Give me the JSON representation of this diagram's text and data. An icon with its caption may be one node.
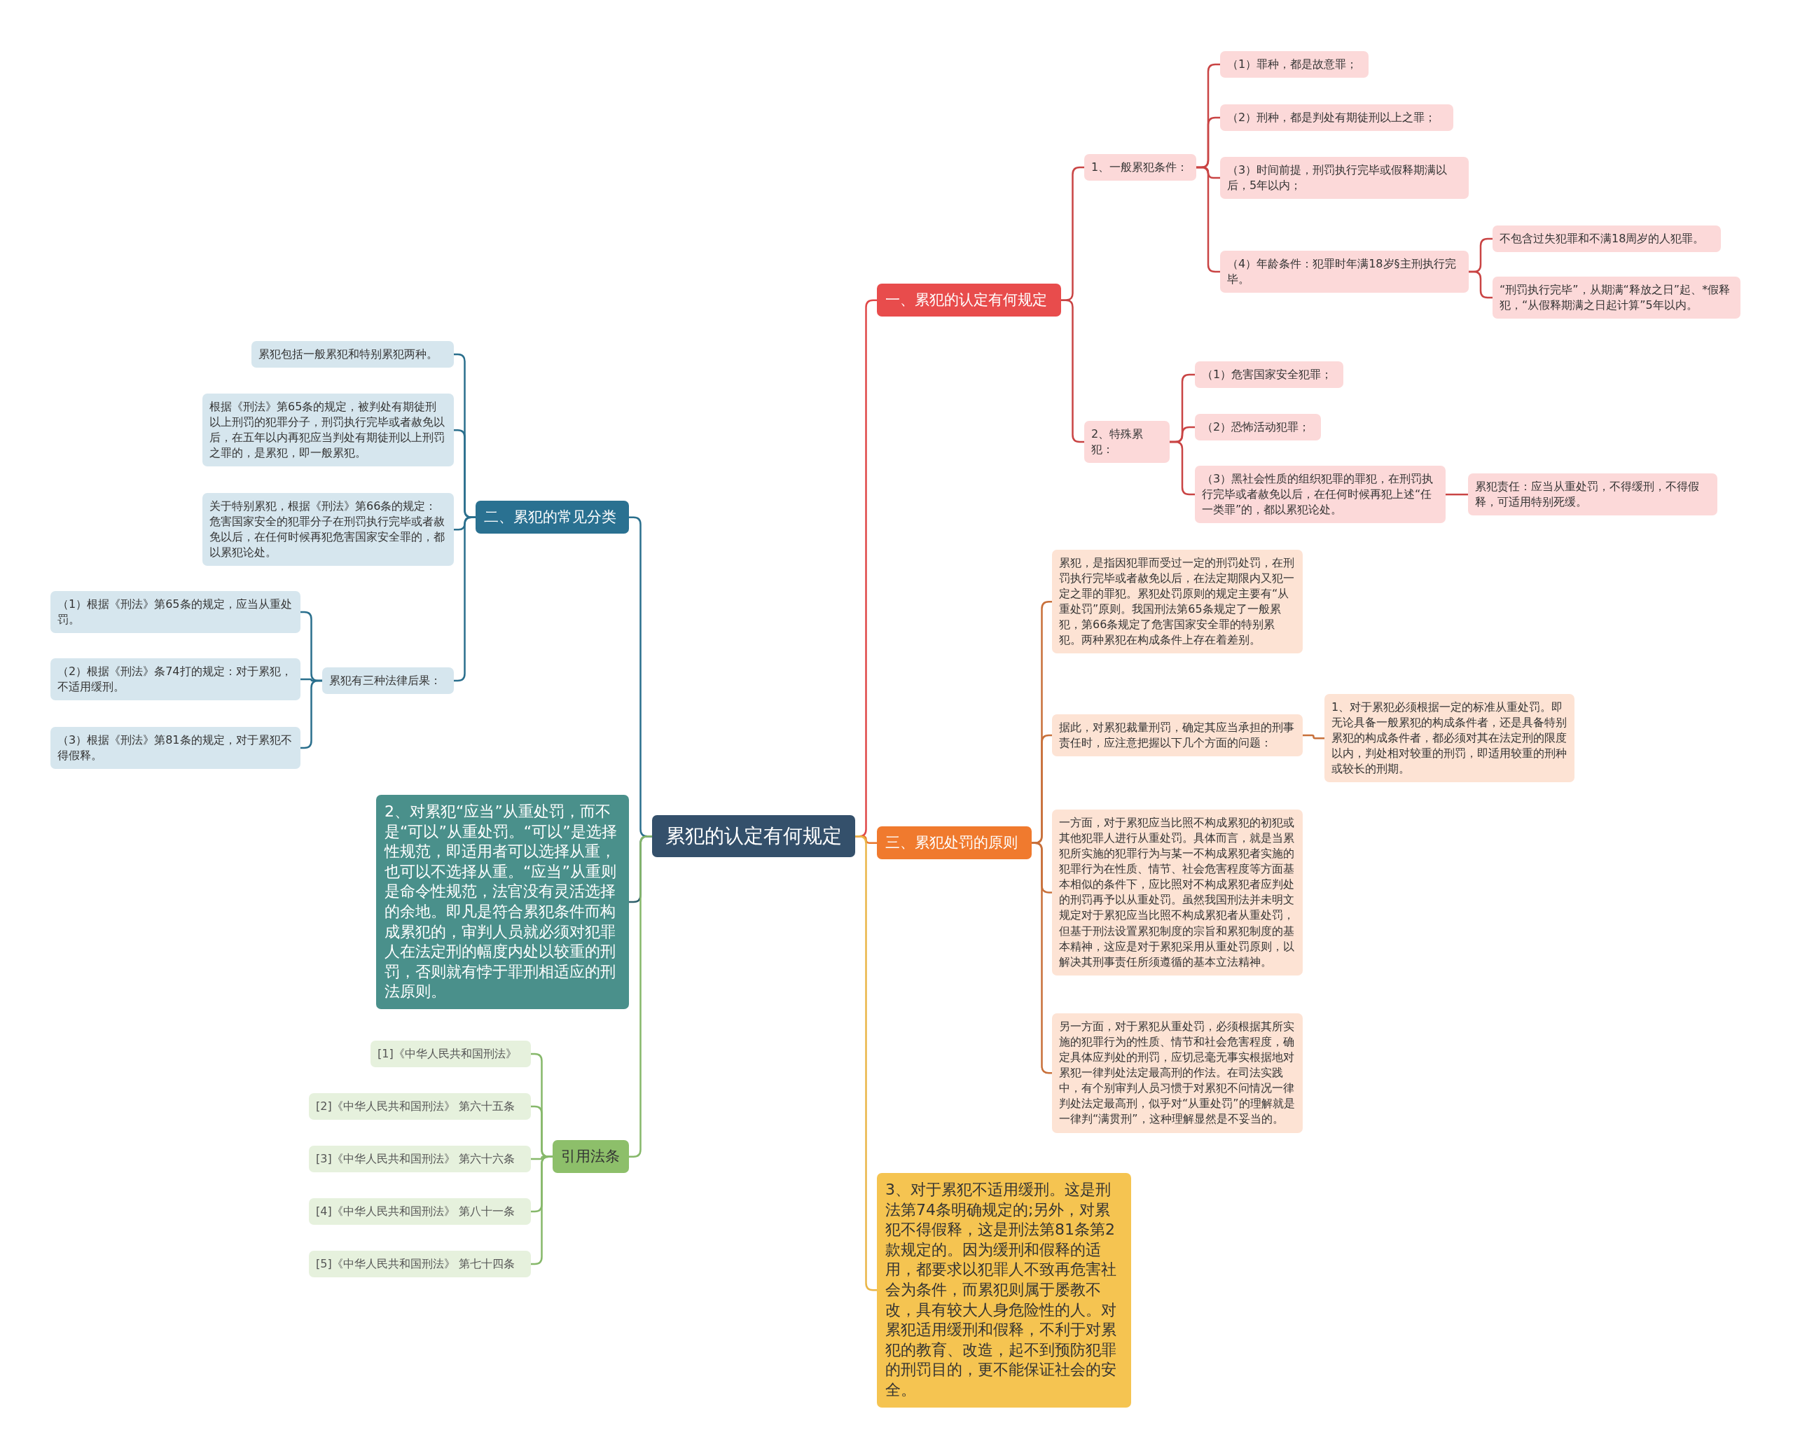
{
  "diagram": {
    "nodes": [
      {
        "text": [
          "累犯的认定有何规定"
        ]
      },
      {
        "text": [
          "一、累犯的认定有何规定"
        ]
      },
      {
        "text": [
          "1、一般累犯条件："
        ]
      },
      {
        "text": [
          "（1）罪种，都是故意罪；"
        ]
      },
      {
        "text": [
          "（2）刑种，都是判处有期徒刑以上之罪；"
        ]
      },
      {
        "text": [
          "（3）时间前提，刑罚执行完毕或假释期满以后，5年以内；"
        ]
      },
      {
        "text": [
          "（4）年龄条件：犯罪时年满18岁§主刑执行完毕。"
        ]
      },
      {
        "text": [
          "不包含过失犯罪和不满18周岁的人犯罪。"
        ]
      },
      {
        "text": [
          "“刑罚执行完毕”，从期满“释放之日”起、*假释犯，“从假释期满之日起计算”5年以内。"
        ]
      },
      {
        "text": [
          "2、特殊累犯："
        ]
      },
      {
        "text": [
          "（1）危害国家安全犯罪；"
        ]
      },
      {
        "text": [
          "（2）恐怖活动犯罪；"
        ]
      },
      {
        "text": [
          "（3）黑社会性质的组织犯罪的罪犯，在刑罚执行完毕或者赦免以后，在任何时候再犯上述“任一类罪”的，都以累犯论处。"
        ]
      },
      {
        "text": [
          "累犯责任：应当从重处罚，不得缓刑，不得假释，可适用特别死缓。"
        ]
      },
      {
        "text": [
          "三、累犯处罚的原则"
        ]
      },
      {
        "text": [
          "累犯，是指因犯罪而受过一定的刑罚处罚，在刑罚执行完毕或者赦免以后，在法定期限内又犯一定之罪的罪犯。累犯处罚原则的规定主要有“从重处罚”原则。我国刑法第65条规定了一般累犯，第66条规定了危害国家安全罪的特别累犯。两种累犯在构成条件上存在着差别。"
        ]
      },
      {
        "text": [
          "据此，对累犯裁量刑罚，确定其应当承担的刑事责任时，应注意把握以下几个方面的问题："
        ]
      },
      {
        "text": [
          "1、对于累犯必须根据一定的标准从重处罚。即无论具备一般累犯的构成条件者，还是具备特别累犯的构成条件者，都必须对其在法定刑的限度以内，判处相对较重的刑罚，即适用较重的刑种或较长的刑期。"
        ]
      },
      {
        "text": [
          "一方面，对于累犯应当比照不构成累犯的初犯或其他犯罪人进行从重处罚。具体而言，就是当累犯所实施的犯罪行为与某一不构成累犯者实施的犯罪行为在性质、情节、社会危害程度等方面基本相似的条件下，应比照对不构成累犯者应判处的刑罚再予以从重处罚。虽然我国刑法并未明文规定对于累犯应当比照不构成累犯者从重处罚，但基于刑法设置累犯制度的宗旨和累犯制度的基本精神，这应是对于累犯采用从重处罚原则，以解决其刑事责任所须遵循的基本立法精神。"
        ]
      },
      {
        "text": [
          "另一方面，对于累犯从重处罚，必须根据其所实施的犯罪行为的性质、情节和社会危害程度，确定具体应判处的刑罚，应切忌毫无事实根据地对累犯一律判处法定最高刑的作法。在司法实践中，有个别审判人员习惯于对累犯不问情况一律判处法定最高刑，似乎对“从重处罚”的理解就是一律判“满贯刑”，这种理解显然是不妥当的。"
        ]
      },
      {
        "text": [
          "3、对于累犯不适用缓刑。这是刑法第74条明确规定的;另外，对累犯不得假释，这是刑法第81条第2款规定的。因为缓刑和假释的适用，都要求以犯罪人不致再危害社会为条件，而累犯则属于屡教不改，具有较大人身危险性的人。对累犯适用缓刑和假释，不利于对累犯的教育、改造，起不到预防犯罪的刑罚目的，更不能保证社会的安全。"
        ]
      },
      {
        "text": [
          "二、累犯的常见分类"
        ]
      },
      {
        "text": [
          "累犯包括一般累犯和特别累犯两种。"
        ]
      },
      {
        "text": [
          "根据《刑法》第65条的规定，被判处有期徒刑以上刑罚的犯罪分子，刑罚执行完毕或者赦免以后，在五年以内再犯应当判处有期徒刑以上刑罚之罪的，是累犯，即一般累犯。"
        ]
      },
      {
        "text": [
          "关于特别累犯，根据《刑法》第66条的规定：危害国家安全的犯罪分子在刑罚执行完毕或者赦免以后，在任何时候再犯危害国家安全罪的，都以累犯论处。"
        ]
      },
      {
        "text": [
          "累犯有三种法律后果："
        ]
      },
      {
        "text": [
          "（1）根据《刑法》第65条的规定，应当从重处罚。"
        ]
      },
      {
        "text": [
          "（2）根据《刑法》条74打的规定：对于累犯，不适用缓刑。"
        ]
      },
      {
        "text": [
          "（3）根据《刑法》第81条的规定，对于累犯不得假释。"
        ]
      },
      {
        "text": [
          "2、对累犯“应当”从重处罚，而不是“可以”从重处罚。“可以”是选择性规范，即适用者可以选择从重，也可以不选择从重。“应当”从重则是命令性规范，法官没有灵活选择的余地。即凡是符合累犯条件而构成累犯的，审判人员就必须对犯罪人在法定刑的幅度内处以较重的刑罚，否则就有悖于罪刑相适应的刑法原则。"
        ]
      },
      {
        "text": [
          "引用法条"
        ]
      },
      {
        "text": [
          "[1]《中华人民共和国刑法》"
        ]
      },
      {
        "text": [
          "[2]《中华人民共和国刑法》 第六十五条"
        ]
      },
      {
        "text": [
          "[3]《中华人民共和国刑法》 第六十六条"
        ]
      },
      {
        "text": [
          "[4]《中华人民共和国刑法》 第八十一条"
        ]
      },
      {
        "text": [
          "[5]《中华人民共和国刑法》 第七十四条"
        ]
      }
    ],
    "edges": [
      {
        "from": 0,
        "to": 1,
        "arrow": "none",
        "color": "#e04848"
      },
      {
        "from": 1,
        "to": 2,
        "arrow": "none",
        "color": "#c94444"
      },
      {
        "from": 2,
        "to": 3,
        "arrow": "none",
        "color": "#c94444"
      },
      {
        "from": 2,
        "to": 4,
        "arrow": "none",
        "color": "#c94444"
      },
      {
        "from": 2,
        "to": 5,
        "arrow": "none",
        "color": "#c94444"
      },
      {
        "from": 2,
        "to": 6,
        "arrow": "none",
        "color": "#c94444"
      },
      {
        "from": 6,
        "to": 7,
        "arrow": "none",
        "color": "#c94444"
      },
      {
        "from": 6,
        "to": 8,
        "arrow": "none",
        "color": "#c94444"
      },
      {
        "from": 1,
        "to": 9,
        "arrow": "none",
        "color": "#c94444"
      },
      {
        "from": 9,
        "to": 10,
        "arrow": "none",
        "color": "#c94444"
      },
      {
        "from": 9,
        "to": 11,
        "arrow": "none",
        "color": "#c94444"
      },
      {
        "from": 9,
        "to": 12,
        "arrow": "none",
        "color": "#c94444"
      },
      {
        "from": 12,
        "to": 13,
        "arrow": "none",
        "color": "#c94444"
      },
      {
        "from": 0,
        "to": 14,
        "arrow": "none",
        "color": "#e8742a"
      },
      {
        "from": 14,
        "to": 15,
        "arrow": "none",
        "color": "#c8703a"
      },
      {
        "from": 14,
        "to": 16,
        "arrow": "none",
        "color": "#c8703a"
      },
      {
        "from": 16,
        "to": 17,
        "arrow": "none",
        "color": "#c8703a"
      },
      {
        "from": 14,
        "to": 18,
        "arrow": "none",
        "color": "#c8703a"
      },
      {
        "from": 14,
        "to": 19,
        "arrow": "none",
        "color": "#c8703a"
      },
      {
        "from": 0,
        "to": 20,
        "arrow": "none",
        "color": "#eab648"
      },
      {
        "from": 0,
        "to": 21,
        "arrow": "none",
        "color": "#2a6f8d"
      },
      {
        "from": 21,
        "to": 22,
        "arrow": "none",
        "color": "#2a6f8d"
      },
      {
        "from": 21,
        "to": 23,
        "arrow": "none",
        "color": "#2a6f8d"
      },
      {
        "from": 21,
        "to": 24,
        "arrow": "none",
        "color": "#2a6f8d"
      },
      {
        "from": 21,
        "to": 25,
        "arrow": "none",
        "color": "#2a6f8d"
      },
      {
        "from": 25,
        "to": 26,
        "arrow": "none",
        "color": "#2a6f8d"
      },
      {
        "from": 25,
        "to": 27,
        "arrow": "none",
        "color": "#2a6f8d"
      },
      {
        "from": 25,
        "to": 28,
        "arrow": "none",
        "color": "#2a6f8d"
      },
      {
        "from": 0,
        "to": 29,
        "arrow": "none",
        "color": "#2e5f6a"
      },
      {
        "from": 0,
        "to": 30,
        "arrow": "none",
        "color": "#86b86a"
      },
      {
        "from": 30,
        "to": 31,
        "arrow": "none",
        "color": "#86b86a"
      },
      {
        "from": 30,
        "to": 32,
        "arrow": "none",
        "color": "#86b86a"
      },
      {
        "from": 30,
        "to": 33,
        "arrow": "none",
        "color": "#86b86a"
      },
      {
        "from": 30,
        "to": 34,
        "arrow": "none",
        "color": "#86b86a"
      },
      {
        "from": 30,
        "to": 35,
        "arrow": "none",
        "color": "#86b86a"
      }
    ]
  }
}
